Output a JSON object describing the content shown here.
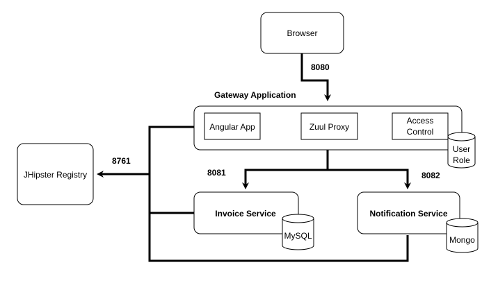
{
  "nodes": {
    "browser": "Browser",
    "gateway_title": "Gateway Application",
    "angular_app": "Angular App",
    "zuul_proxy": "Zuul Proxy",
    "access_control_line1": "Access",
    "access_control_line2": "Control",
    "user_role_line1": "User",
    "user_role_line2": "Role",
    "registry": "JHipster Registry",
    "invoice_service": "Invoice Service",
    "mysql": "MySQL",
    "notification_service": "Notification Service",
    "mongo": "Mongo"
  },
  "ports": {
    "browser_to_gateway": "8080",
    "to_registry": "8761",
    "invoice": "8081",
    "notification": "8082"
  }
}
